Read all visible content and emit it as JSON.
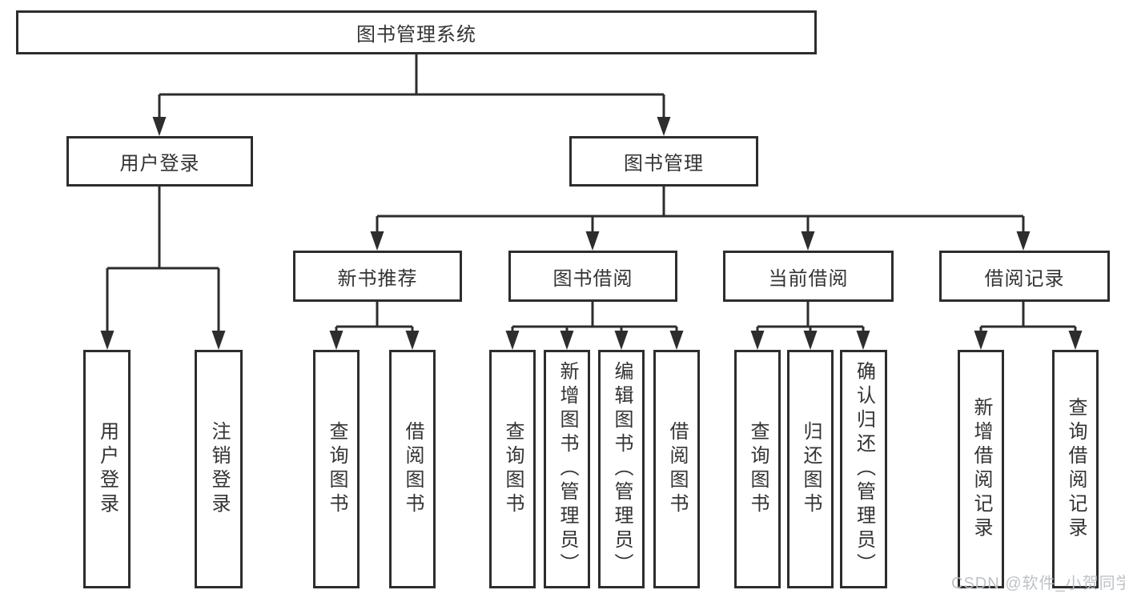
{
  "tree": {
    "root": {
      "label": "图书管理系统",
      "children": [
        {
          "label": "用户登录",
          "children": [
            {
              "label": "用户登录"
            },
            {
              "label": "注销登录"
            }
          ]
        },
        {
          "label": "图书管理",
          "children": [
            {
              "label": "新书推荐",
              "children": [
                {
                  "label": "查询图书"
                },
                {
                  "label": "借阅图书"
                }
              ]
            },
            {
              "label": "图书借阅",
              "children": [
                {
                  "label": "查询图书"
                },
                {
                  "label": "新增图书（管理员）"
                },
                {
                  "label": "编辑图书（管理员）"
                },
                {
                  "label": "借阅图书"
                }
              ]
            },
            {
              "label": "当前借阅",
              "children": [
                {
                  "label": "查询图书"
                },
                {
                  "label": "归还图书"
                },
                {
                  "label": "确认归还（管理员）"
                }
              ]
            },
            {
              "label": "借阅记录",
              "children": [
                {
                  "label": "新增借阅记录"
                },
                {
                  "label": "查询借阅记录"
                }
              ]
            }
          ]
        }
      ]
    }
  },
  "watermark": "CSDN @软件_小贺同学",
  "colors": {
    "line": "#2d2d2d",
    "box_border": "#2d2d2d",
    "text": "#333333",
    "watermark": "#bbbfc4",
    "background": "#ffffff"
  }
}
